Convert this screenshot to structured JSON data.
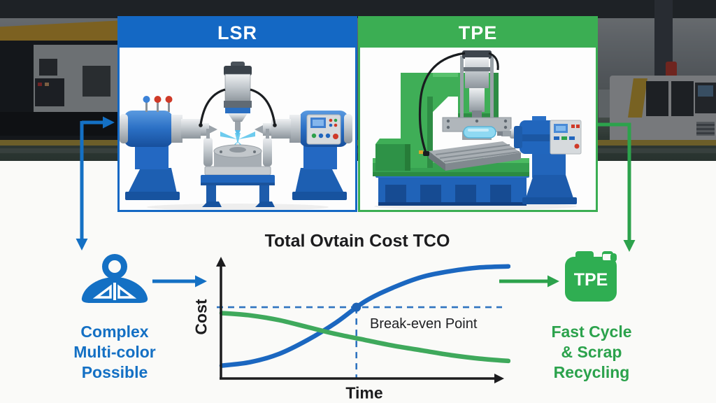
{
  "colors": {
    "lsr_blue": "#1468c4",
    "tpe_green": "#3bae53",
    "chart_blue": "#1b67c0",
    "chart_green": "#3fa95c",
    "text_blue": "#1470c4",
    "text_green": "#2ba24c",
    "badge_green": "#2fae52"
  },
  "panels": {
    "lsr": {
      "title": "LSR"
    },
    "tpe": {
      "title": "TPE"
    }
  },
  "left_feature": {
    "icon": "multi-color-mold-icon",
    "lines": [
      "Complex",
      "Multi-color",
      "Possible"
    ]
  },
  "right_feature": {
    "icon": "tpe-material-badge-icon",
    "badge_label": "TPE",
    "lines": [
      "Fast Cycle",
      "& Scrap",
      "Recycling"
    ]
  },
  "chart_data": {
    "type": "line",
    "title": "Total Ovtain Cost TCO",
    "xlabel": "Time",
    "ylabel": "Cost",
    "xlim": [
      0,
      1
    ],
    "ylim": [
      0,
      1
    ],
    "grid": false,
    "legend": "none",
    "x": [
      0,
      0.1,
      0.2,
      0.3,
      0.4,
      0.5,
      0.6,
      0.7,
      0.8,
      0.9,
      1
    ],
    "series": [
      {
        "name": "LSR",
        "color": "#1b67c0",
        "values": [
          0.11,
          0.14,
          0.21,
          0.33,
          0.48,
          0.66,
          0.78,
          0.87,
          0.92,
          0.95,
          0.96
        ]
      },
      {
        "name": "TPE",
        "color": "#3fa95c",
        "values": [
          0.56,
          0.54,
          0.5,
          0.44,
          0.38,
          0.33,
          0.28,
          0.24,
          0.2,
          0.17,
          0.15
        ]
      }
    ],
    "annotation": {
      "label": "Break-even Point",
      "x": 0.47,
      "y": 0.61
    }
  }
}
